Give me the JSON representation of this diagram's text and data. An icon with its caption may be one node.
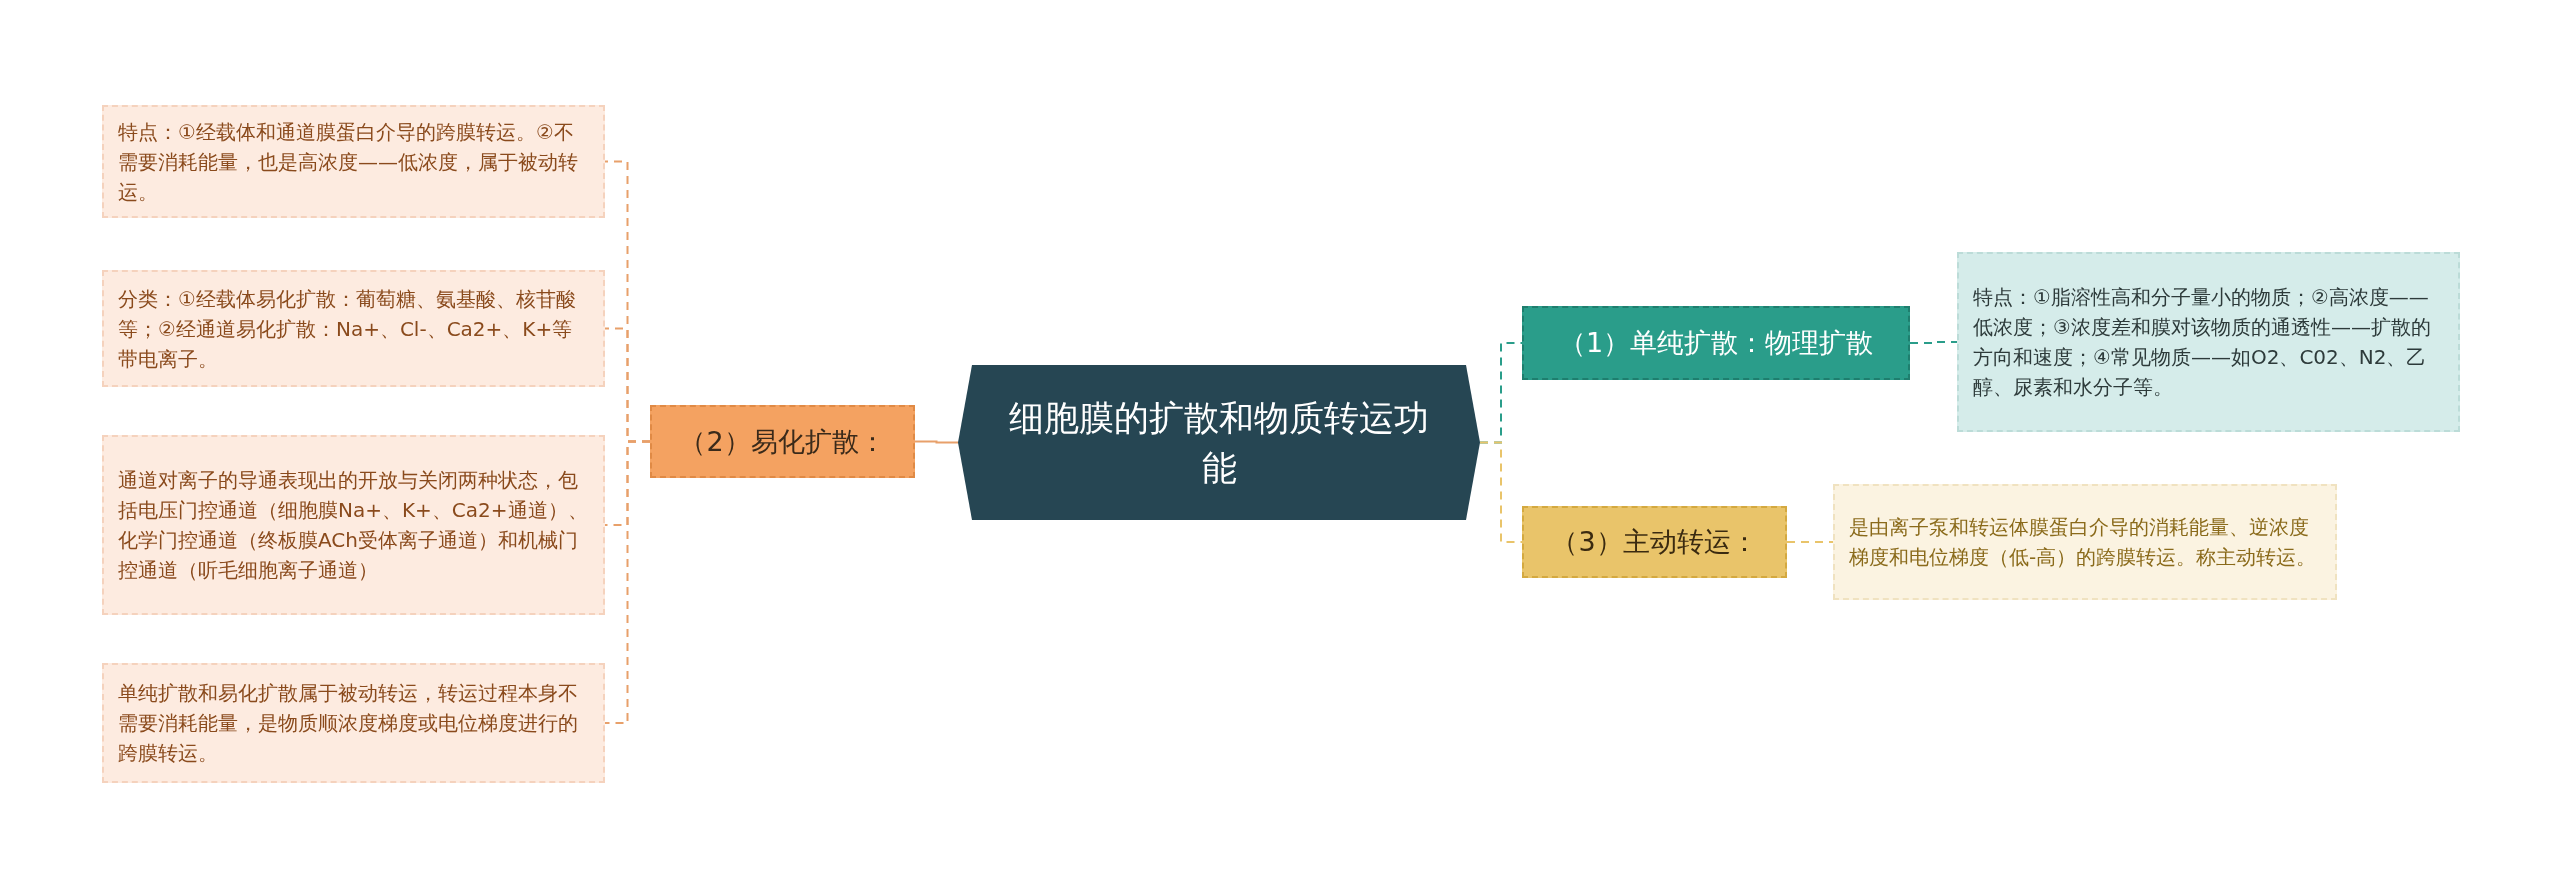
{
  "diagram": {
    "nodes": [
      {
        "text": [
          "细胞膜的扩散和物质转运功能"
        ]
      },
      {
        "text": [
          "（2）易化扩散："
        ]
      },
      {
        "text": [
          "特点：①经载体和通道膜蛋白介导的跨膜转运。②不需要消耗能量，也是高浓度——低浓度，属于被动转运。"
        ]
      },
      {
        "text": [
          "分类：①经载体易化扩散：葡萄糖、氨基酸、核苷酸等；②经通道易化扩散：Na+、Cl-、Ca2+、K+等带电离子。"
        ]
      },
      {
        "text": [
          "通道对离子的导通表现出的开放与关闭两种状态，包括电压门控通道（细胞膜Na+、K+、Ca2+通道）、化学门控通道（终板膜ACh受体离子通道）和机械门控通道（听毛细胞离子通道）"
        ]
      },
      {
        "text": [
          "单纯扩散和易化扩散属于被动转运，转运过程本身不需要消耗能量，是物质顺浓度梯度或电位梯度进行的跨膜转运。"
        ]
      },
      {
        "text": [
          "（1）单纯扩散：物理扩散"
        ]
      },
      {
        "text": [
          "特点：①脂溶性高和分子量小的物质；②高浓度——低浓度；③浓度差和膜对该物质的通透性——扩散的方向和速度；④常见物质——如O2、C02、N2、乙醇、尿素和水分子等。"
        ]
      },
      {
        "text": [
          "（3）主动转运："
        ]
      },
      {
        "text": [
          "是由离子泵和转运体膜蛋白介导的消耗能量、逆浓度梯度和电位梯度（低-高）的跨膜转运。称主动转运。"
        ]
      }
    ],
    "edges": [
      {
        "from": 0,
        "to": 1,
        "arrow": "none"
      },
      {
        "from": 1,
        "to": 2,
        "arrow": "none",
        "style": "dashed"
      },
      {
        "from": 1,
        "to": 3,
        "arrow": "none",
        "style": "dashed"
      },
      {
        "from": 1,
        "to": 4,
        "arrow": "none",
        "style": "dashed"
      },
      {
        "from": 1,
        "to": 5,
        "arrow": "none",
        "style": "dashed"
      },
      {
        "from": 0,
        "to": 6,
        "arrow": "none",
        "style": "dashed",
        "color": "#2a9d8a"
      },
      {
        "from": 6,
        "to": 7,
        "arrow": "none",
        "style": "dashed",
        "color": "#2a9d8a"
      },
      {
        "from": 0,
        "to": 8,
        "arrow": "none",
        "style": "dashed",
        "color": "#e9c46a"
      },
      {
        "from": 8,
        "to": 9,
        "arrow": "none",
        "style": "dashed",
        "color": "#e9c46a"
      }
    ]
  }
}
